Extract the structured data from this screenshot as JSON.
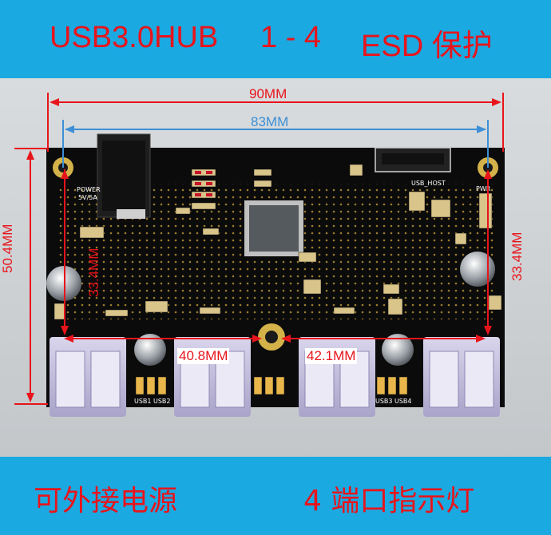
{
  "header": {
    "product": "USB3.0HUB",
    "ports": "1 - 4",
    "feature": "ESD 保护"
  },
  "dimensions": {
    "total_width": "90MM",
    "hole_spacing": "83MM",
    "height_left": "50.4MM",
    "height_right": "33.4MM",
    "height_left_inner": "33.4MM",
    "port_span_left": "40.8MM",
    "port_span_right": "42.1MM"
  },
  "pcb_labels": {
    "power": "POWER",
    "power_spec": "5V/5A",
    "usb_host": "USB_HOST",
    "pwr": "PWR",
    "usb1": "USB1",
    "usb2": "USB2",
    "usb3": "USB3",
    "usb4": "USB4"
  },
  "footer": {
    "left_text": "可外接电源",
    "right_text": "4 端口指示灯"
  },
  "colors": {
    "banner": "#1ba9e1",
    "title": "#e8141b",
    "board": "#0b0b0b",
    "dim_outer": "#e8141b",
    "dim_inner": "#3d8fd6"
  }
}
